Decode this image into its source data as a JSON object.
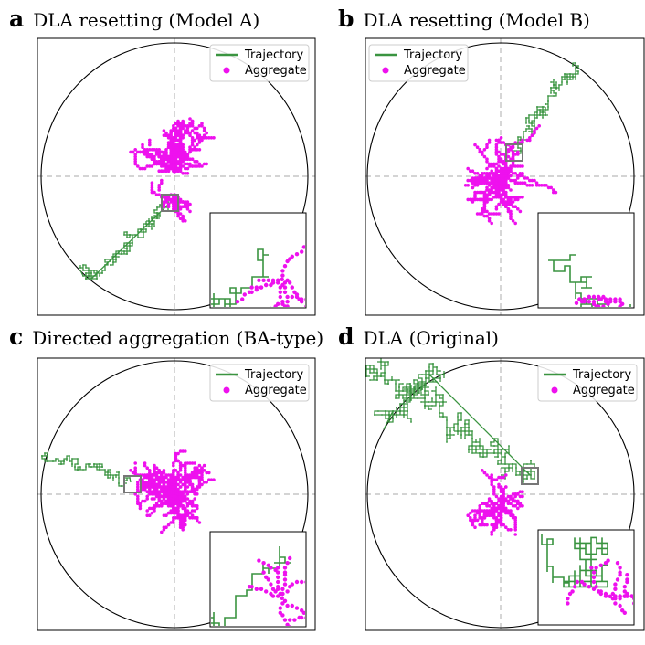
{
  "chart_data": [
    {
      "panel": "a",
      "title": "DLA resetting (Model A)",
      "type": "scatter",
      "legend": [
        "Trajectory",
        "Aggregate"
      ],
      "legend_position": "top-right",
      "inset_position": "bottom-right",
      "colors": {
        "trajectory": "#3a9440",
        "aggregate": "#ee11ee"
      }
    },
    {
      "panel": "b",
      "title": "DLA resetting (Model B)",
      "type": "scatter",
      "legend": [
        "Trajectory",
        "Aggregate"
      ],
      "legend_position": "top-left",
      "inset_position": "bottom-right",
      "colors": {
        "trajectory": "#3a9440",
        "aggregate": "#ee11ee"
      }
    },
    {
      "panel": "c",
      "title": "Directed aggregation (BA-type)",
      "type": "scatter",
      "legend": [
        "Trajectory",
        "Aggregate"
      ],
      "legend_position": "top-right",
      "inset_position": "bottom-right",
      "colors": {
        "trajectory": "#3a9440",
        "aggregate": "#ee11ee"
      }
    },
    {
      "panel": "d",
      "title": "DLA (Original)",
      "type": "scatter",
      "legend": [
        "Trajectory",
        "Aggregate"
      ],
      "legend_position": "top-right",
      "inset_position": "bottom-right",
      "colors": {
        "trajectory": "#3a9440",
        "aggregate": "#ee11ee"
      }
    }
  ]
}
